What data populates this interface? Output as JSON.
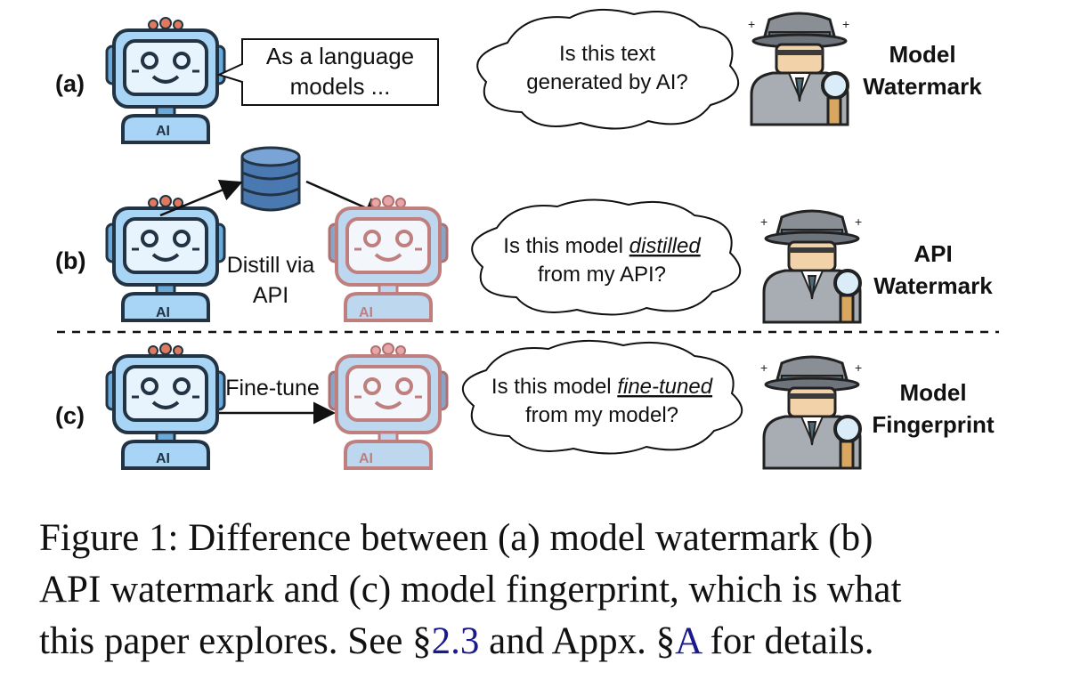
{
  "figure": {
    "rows": [
      {
        "label": "(a)",
        "bubble_text": [
          "As a language",
          "models ..."
        ],
        "question": [
          "Is this text",
          "generated by AI?"
        ],
        "detective_label": [
          "Model",
          "Watermark"
        ]
      },
      {
        "label": "(b)",
        "arrow_text": [
          "Distill via",
          "API"
        ],
        "question_pre": "Is this model ",
        "question_em": "distilled",
        "question_line2": "from my API?",
        "detective_label": [
          "API",
          "Watermark"
        ]
      },
      {
        "label": "(c)",
        "arrow_text": "Fine-tune",
        "question_pre": "Is this model ",
        "question_em": "fine-tuned",
        "question_line2": "from my model?",
        "detective_label": [
          "Model",
          "Fingerprint"
        ]
      }
    ],
    "robot_badge": "AI",
    "colors": {
      "robot_blue": "#a8d4f5",
      "robot_pink": "#e7a7a7",
      "outline": "#223344",
      "database": "#4a78b0"
    }
  },
  "caption": {
    "line1": "Figure 1: Difference between (a) model watermark (b)",
    "line2": "API watermark and (c) model fingerprint, which is what",
    "line3_pre": "this paper explores. See §",
    "ref1": "2.3",
    "line3_mid": " and Appx. §",
    "ref2": "A",
    "line3_post": " for details."
  }
}
